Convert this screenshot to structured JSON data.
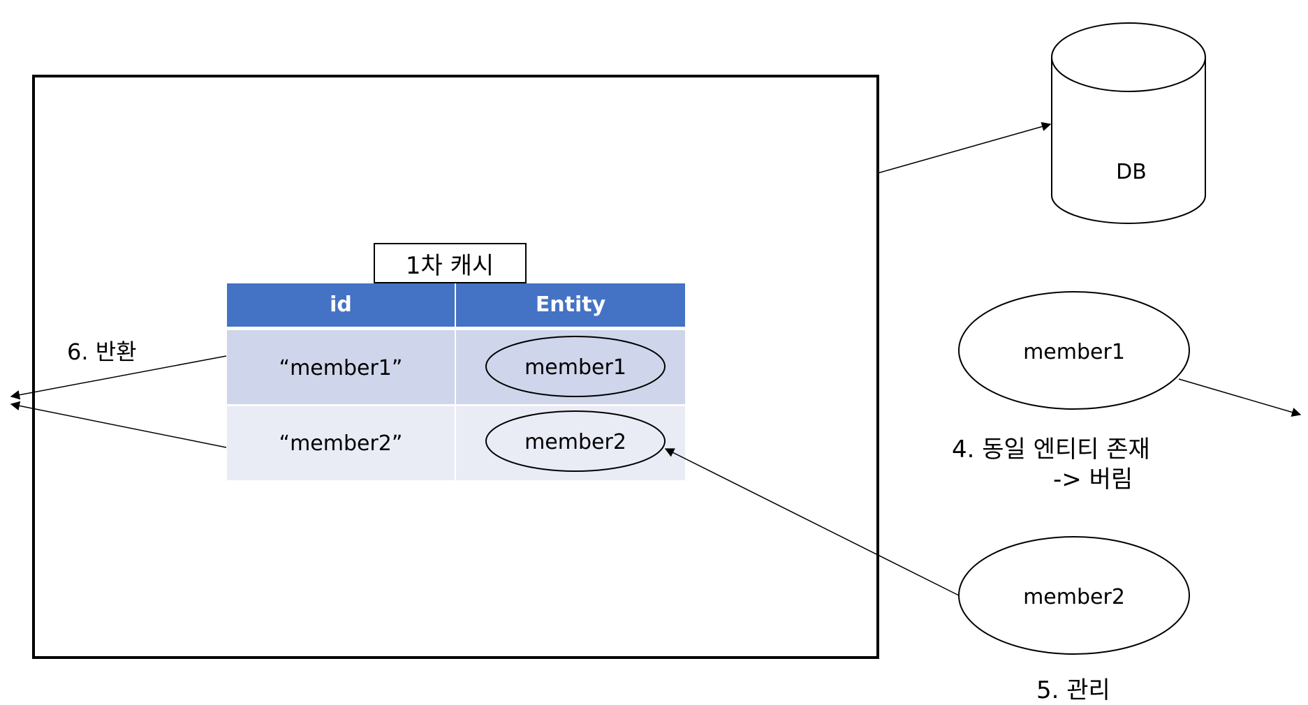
{
  "cache": {
    "title": "1차 캐시",
    "columns": [
      "id",
      "Entity"
    ],
    "rows": [
      {
        "id": "“member1”",
        "entity": "member1"
      },
      {
        "id": "“member2”",
        "entity": "member2"
      }
    ]
  },
  "db": {
    "label": "DB"
  },
  "external_entities": [
    {
      "label": "member1"
    },
    {
      "label": "member2"
    }
  ],
  "steps": {
    "step4_line1": "4. 동일 엔티티 존재",
    "step4_line2": "-> 버림",
    "step5": "5. 관리",
    "step6": "6. 반환"
  },
  "colors": {
    "header_fill": "#4472C4",
    "row1_fill": "#CFD5EA",
    "row2_fill": "#E9EBF5",
    "stroke": "#000000",
    "header_text": "#FFFFFF"
  }
}
